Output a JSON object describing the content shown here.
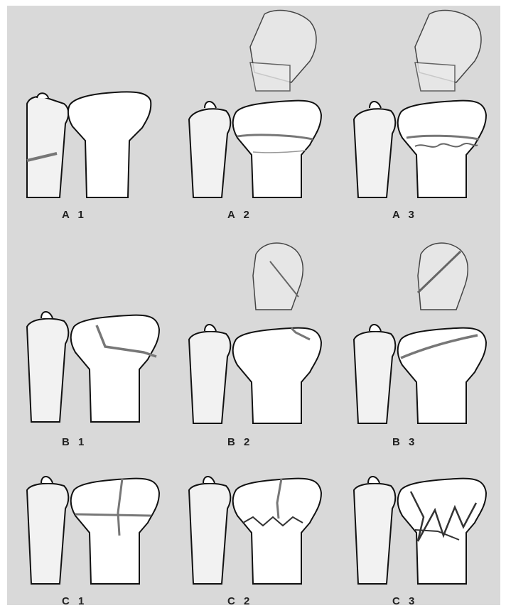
{
  "panels": [
    {
      "id": "A1",
      "label": "A 1"
    },
    {
      "id": "A2",
      "label": "A 2"
    },
    {
      "id": "A3",
      "label": "A 3"
    },
    {
      "id": "B1",
      "label": "B 1"
    },
    {
      "id": "B2",
      "label": "B 2"
    },
    {
      "id": "B3",
      "label": "B 3"
    },
    {
      "id": "C1",
      "label": "C 1"
    },
    {
      "id": "C2",
      "label": "C 2"
    },
    {
      "id": "C3",
      "label": "C 3"
    }
  ],
  "colors": {
    "plate": "#d9d9d9",
    "bone_radius": "#ffffff",
    "bone_ulna": "#f2f2f2",
    "carpal": "#ececec",
    "outline": "#111111",
    "fracture_line": "#777777"
  }
}
